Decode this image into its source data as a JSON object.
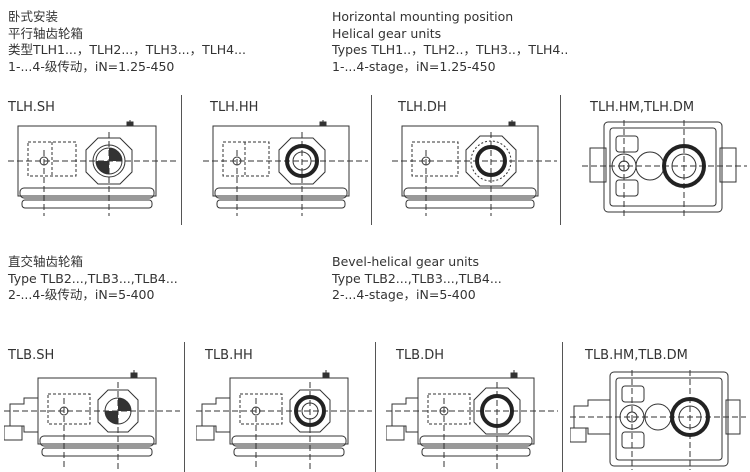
{
  "section1": {
    "cn_lines": [
      "卧式安装",
      "平行轴齿轮箱",
      "类型TLH1...，TLH2...，TLH3...，TLH4...",
      "1-...4-级传动，iN=1.25-450"
    ],
    "en_lines": [
      "Horizontal mounting position",
      "Helical gear units",
      "Types TLH1..，TLH2..，TLH3..，TLH4..",
      "1-...4-stage，iN=1.25-450"
    ],
    "labels": [
      "TLH.SH",
      "TLH.HH",
      "TLH.DH",
      "TLH.HM,TLH.DM"
    ]
  },
  "section2": {
    "cn_lines": [
      "直交轴齿轮箱",
      "Type TLB2...,TLB3...,TLB4...",
      "2-...4-级传动，iN=5-400"
    ],
    "en_lines": [
      "Bevel-helical gear units",
      "Type TLB2...,TLB3...,TLB4...",
      "2-...4-stage，iN=5-400"
    ],
    "labels": [
      "TLB.SH",
      "TLB.HH",
      "TLB.DH",
      "TLB.HM,TLB.DM"
    ]
  }
}
